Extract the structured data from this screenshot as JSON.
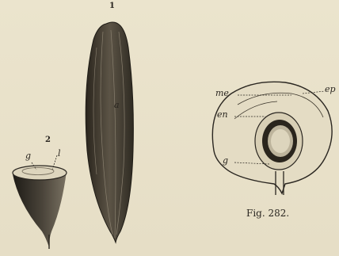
{
  "figure": {
    "caption": "Fig. 282.",
    "whole_fruit": {
      "number": "1",
      "label_a": "a"
    },
    "cut_fruit": {
      "number": "2",
      "label_g": "g",
      "label_l": "l"
    },
    "section": {
      "label_me": "me",
      "label_ep": "ep",
      "label_en": "en",
      "label_g": "g"
    }
  }
}
